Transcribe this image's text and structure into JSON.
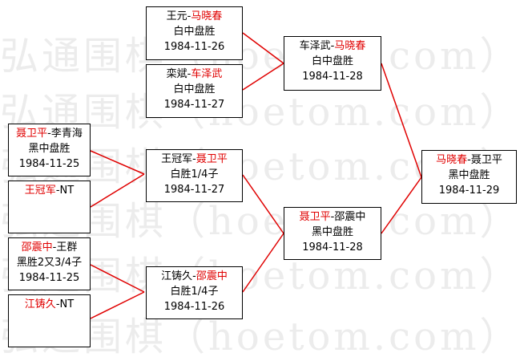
{
  "watermark": {
    "lines": [
      "弘通围棋（hoetom.com）",
      "弘通围棋（hoetom.com）",
      "弘通围棋（hoetom.com）",
      "弘通围棋（hoetom.com）",
      "弘通围棋（hoetom.com）",
      "弘通围棋（hoetom.com）"
    ],
    "color": "#ececec"
  },
  "colors": {
    "winner": "#e00000",
    "connector": "#e00000",
    "border": "#000000"
  },
  "round1": [
    {
      "pA": "聂卫平",
      "sep": "-",
      "pB": "李青海",
      "winner": "A",
      "result": "黑中盘胜",
      "date": "1984-11-25"
    },
    {
      "pA": "王冠军",
      "sep": "-",
      "pB": "NT",
      "winner": "A",
      "result": "",
      "date": ""
    },
    {
      "pA": "邵震中",
      "sep": "-",
      "pB": "王群",
      "winner": "A",
      "result": "黑胜2又3/4子",
      "date": "1984-11-25"
    },
    {
      "pA": "江铸久",
      "sep": "-",
      "pB": "NT",
      "winner": "A",
      "result": "",
      "date": ""
    }
  ],
  "round2_top": [
    {
      "pA": "王元",
      "sep": "-",
      "pB": "马晓春",
      "winner": "B",
      "result": "白中盘胜",
      "date": "1984-11-26"
    },
    {
      "pA": "栾斌",
      "sep": "-",
      "pB": "车泽武",
      "winner": "B",
      "result": "白中盘胜",
      "date": "1984-11-27"
    }
  ],
  "round2_bottom": [
    {
      "pA": "王冠军",
      "sep": "-",
      "pB": "聂卫平",
      "winner": "B",
      "result": "白胜1/4子",
      "date": "1984-11-27"
    },
    {
      "pA": "江铸久",
      "sep": "-",
      "pB": "邵震中",
      "winner": "B",
      "result": "白胜1/4子",
      "date": "1984-11-26"
    }
  ],
  "semifinals": [
    {
      "pA": "车泽武",
      "sep": "-",
      "pB": "马晓春",
      "winner": "B",
      "result": "白中盘胜",
      "date": "1984-11-28"
    },
    {
      "pA": "聂卫平",
      "sep": "-",
      "pB": "邵震中",
      "winner": "A",
      "result": "黑中盘胜",
      "date": "1984-11-28"
    }
  ],
  "final": {
    "pA": "马晓春",
    "sep": "-",
    "pB": "聂卫平",
    "winner": "A",
    "result": "黑中盘胜",
    "date": "1984-11-29"
  }
}
